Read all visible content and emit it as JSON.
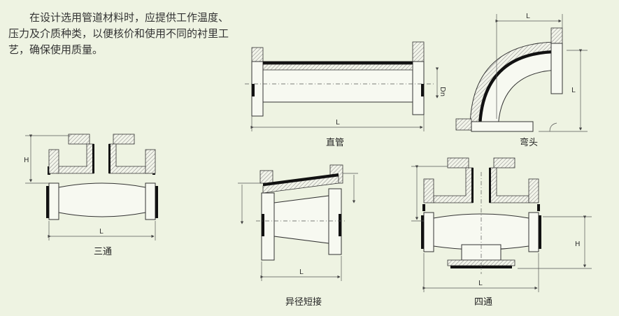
{
  "intro": "在设计选用管道材料时，应提供工作温度、压力及介质种类，以便核价和使用不同的衬里工艺，确保使用质量。",
  "figures": {
    "straight": {
      "caption": "直管",
      "L": "L",
      "Dn": "Dn"
    },
    "elbow": {
      "caption": "弯头",
      "L_top": "L",
      "L_side": "L"
    },
    "tee": {
      "caption": "三通",
      "L": "L",
      "H": "H"
    },
    "reducer": {
      "caption": "异径短接",
      "L": "L"
    },
    "cross": {
      "caption": "四通",
      "L": "L",
      "H": "H"
    }
  }
}
